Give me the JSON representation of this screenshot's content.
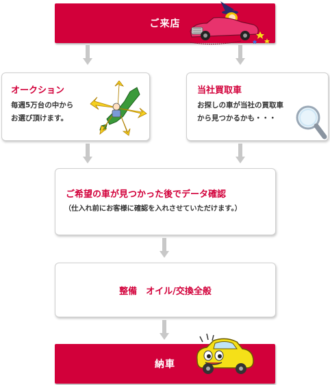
{
  "steps": {
    "visit": {
      "label": "ご来店"
    },
    "auction": {
      "title": "オークション",
      "line1": "毎週5万台の中から",
      "line2": "お選び頂けます。"
    },
    "own_purchase": {
      "title": "当社買取車",
      "line1": "お探しの車が当社の買取車",
      "line2": "から見つかるかも・・・"
    },
    "found": {
      "title": "ご希望の車が見つかった後でデータ確認",
      "note": "（仕入れ前にお客様に確認を入れさせていただけます。）"
    },
    "maintenance": {
      "label": "整備　オイル/交換全般"
    },
    "delivery": {
      "label": "納車"
    }
  },
  "colors": {
    "accent": "#d2003a",
    "arrow": "#c8c8c8",
    "car_delivery": "#f5e018",
    "car_visit": "#e8336d"
  },
  "icons": [
    "witch-car-illustration",
    "map-arrows-illustration",
    "magnifier-icon",
    "yellow-car-illustration"
  ]
}
